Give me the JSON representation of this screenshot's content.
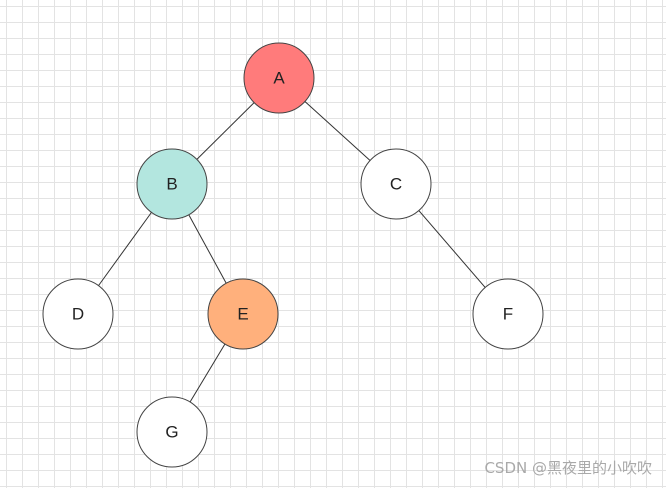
{
  "tree": {
    "nodes": [
      {
        "id": "A",
        "label": "A",
        "color": "#ff7b7b"
      },
      {
        "id": "B",
        "label": "B",
        "color": "#b3e6df"
      },
      {
        "id": "C",
        "label": "C",
        "color": "#ffffff"
      },
      {
        "id": "D",
        "label": "D",
        "color": "#ffffff"
      },
      {
        "id": "E",
        "label": "E",
        "color": "#ffb07c"
      },
      {
        "id": "F",
        "label": "F",
        "color": "#ffffff"
      },
      {
        "id": "G",
        "label": "G",
        "color": "#ffffff"
      }
    ],
    "edges": [
      {
        "from": "A",
        "to": "B"
      },
      {
        "from": "A",
        "to": "C"
      },
      {
        "from": "B",
        "to": "D"
      },
      {
        "from": "B",
        "to": "E"
      },
      {
        "from": "C",
        "to": "F"
      },
      {
        "from": "E",
        "to": "G"
      }
    ]
  },
  "watermark": "CSDN @黑夜里的小吹吹"
}
